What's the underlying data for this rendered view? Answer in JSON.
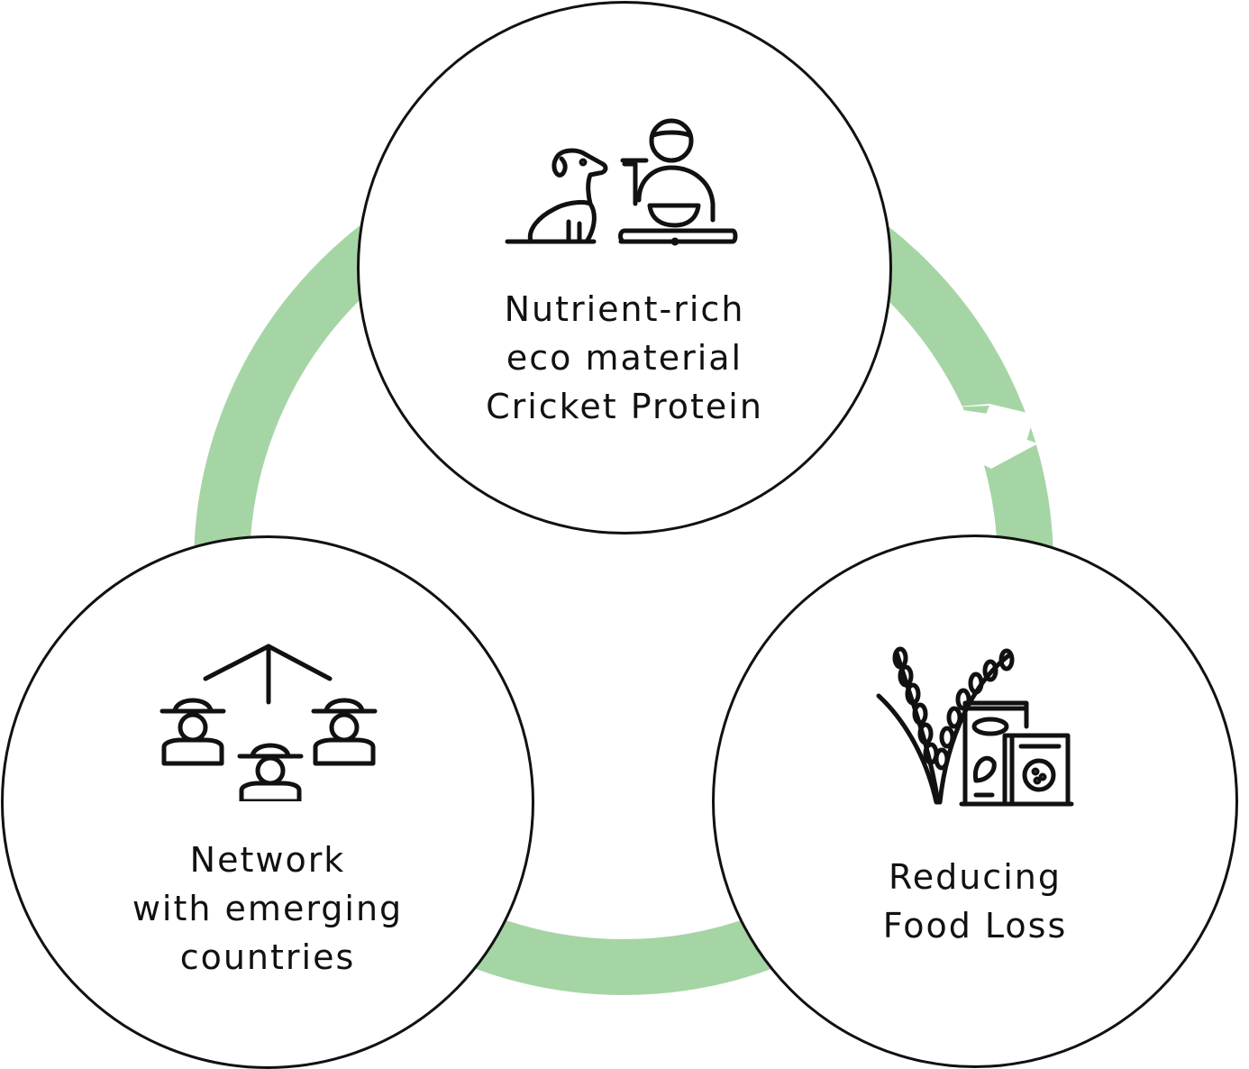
{
  "colors": {
    "cycle_ring": "#a6d5a5",
    "outline": "#111111",
    "background": "#ffffff"
  },
  "nodes": {
    "top": {
      "icon": "pet-owner-feeding-icon",
      "lines": [
        "Nutrient-rich",
        "eco material",
        "Cricket Protein"
      ]
    },
    "left": {
      "icon": "farmer-network-icon",
      "lines": [
        "Network",
        "with emerging",
        "countries"
      ]
    },
    "right": {
      "icon": "rice-and-food-packages-icon",
      "lines": [
        "Reducing",
        "Food Loss"
      ]
    }
  }
}
